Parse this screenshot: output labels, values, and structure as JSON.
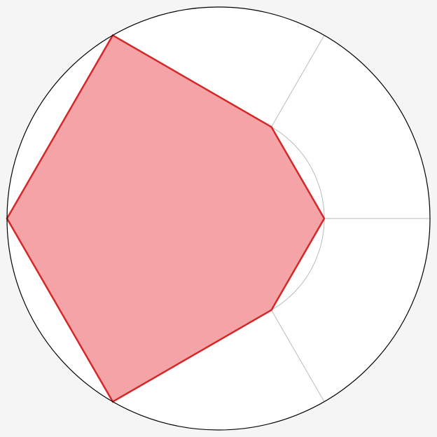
{
  "chart_data": {
    "type": "radar",
    "title": "",
    "axes": [
      "",
      "",
      "",
      "",
      "",
      ""
    ],
    "rlim": [
      0,
      2
    ],
    "gridlines": [
      1
    ],
    "series": [
      {
        "values": [
          1,
          1,
          2,
          2,
          2,
          1
        ],
        "color": "#d62728",
        "fill": "#f4a3a6"
      }
    ],
    "colors": {
      "background": "#f5f5f5",
      "plot_area": "#ffffff",
      "outer_ring": "#000000",
      "grid": "#bbbbbb"
    }
  }
}
